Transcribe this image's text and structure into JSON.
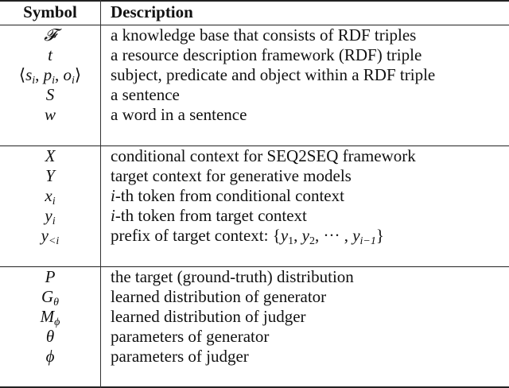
{
  "table": {
    "headers": {
      "symbol": "Symbol",
      "description": "Description"
    },
    "sections": [
      {
        "rows": [
          {
            "symbol": "𝓕",
            "description": "a knowledge base that consists of RDF triples"
          },
          {
            "symbol": "t",
            "description": "a resource description framework (RDF) triple"
          },
          {
            "symbol": "⟨s_i, p_i, o_i⟩",
            "description": "subject, predicate and object within a RDF triple"
          },
          {
            "symbol": "S",
            "description": "a sentence"
          },
          {
            "symbol": "w",
            "description": "a word in a sentence"
          }
        ]
      },
      {
        "rows": [
          {
            "symbol": "X",
            "description": "conditional context for SEQ2SEQ framework"
          },
          {
            "symbol": "Y",
            "description": "target context for generative models"
          },
          {
            "symbol": "x_i",
            "description_italic": "i",
            "description": "-th token from conditional context"
          },
          {
            "symbol": "y_i",
            "description_italic": "i",
            "description": "-th token from target context"
          },
          {
            "symbol": "y_<i",
            "description": "prefix of target context: {y_1, y_2, ··· , y_{i−1}}"
          }
        ]
      },
      {
        "rows": [
          {
            "symbol": "P",
            "description": "the target (ground-truth) distribution"
          },
          {
            "symbol": "G_θ",
            "description": "learned distribution of generator"
          },
          {
            "symbol": "M_ϕ",
            "description": "learned distribution of judger"
          },
          {
            "symbol": "θ",
            "description": "parameters of generator"
          },
          {
            "symbol": "ϕ",
            "description": "parameters of judger"
          }
        ]
      }
    ],
    "symbol_parts": {
      "F": "𝓕",
      "t": "t",
      "triple_open": "⟨",
      "s": "s",
      "p": "p",
      "o": "o",
      "i": "i",
      "comma": ",",
      "triple_close": "⟩",
      "S": "S",
      "w": "w",
      "X": "X",
      "Y": "Y",
      "x": "x",
      "y": "y",
      "lt_i": "<i",
      "P": "P",
      "G": "G",
      "theta": "θ",
      "M": "M",
      "phi": "ϕ"
    },
    "prefix_parts": {
      "text": "prefix of target context: ",
      "open": "{",
      "y": "y",
      "sub1": "1",
      "sub2": "2",
      "sep": ", ",
      "dots": "···",
      "sub_last": "i−1",
      "close": "}"
    }
  }
}
